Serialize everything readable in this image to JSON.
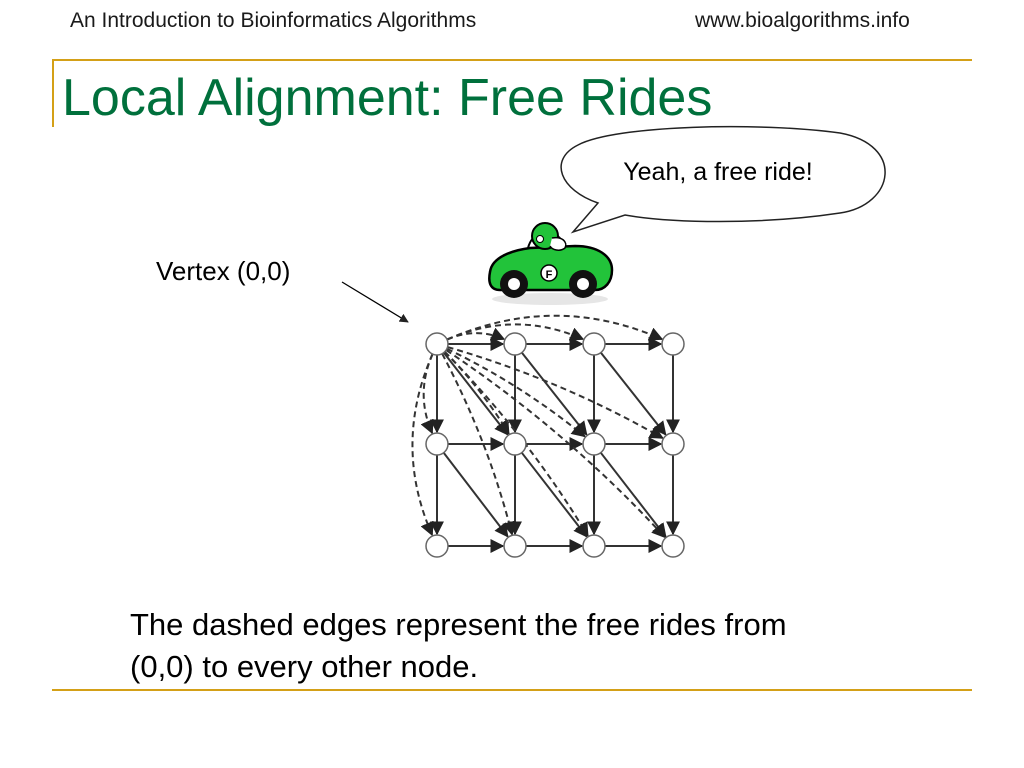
{
  "header": {
    "left": "An Introduction to Bioinformatics Algorithms",
    "right": "www.bioalgorithms.info"
  },
  "slide": {
    "title": "Local Alignment: Free Rides",
    "speech_bubble": "Yeah, a free ride!",
    "vertex_label": "Vertex (0,0)",
    "caption_line1": "The dashed edges represent the free rides from",
    "caption_line2": "(0,0) to every other node."
  },
  "car": {
    "badge": "F",
    "body_color": "#22c33a",
    "outline_color": "#000000"
  },
  "graph": {
    "rows": 3,
    "cols": 4,
    "edge_color": "#333333",
    "free_ride_style": "dashed",
    "free_ride_source": "(0,0)"
  },
  "colors": {
    "title": "#00703c",
    "rule": "#d4a017",
    "node_fill": "#ffffff",
    "node_stroke": "#666666"
  }
}
